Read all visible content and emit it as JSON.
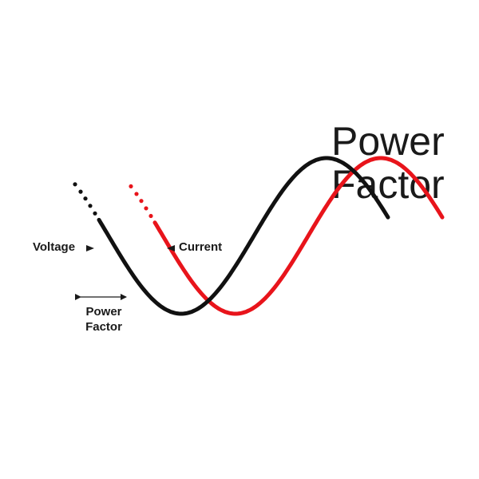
{
  "title": {
    "line1": "Power",
    "line2": "Factor"
  },
  "labels": {
    "voltage": "Voltage",
    "current": "Current",
    "phase_line1": "Power",
    "phase_line2": "Factor"
  },
  "colors": {
    "voltage": "#111111",
    "current": "#e8141b",
    "text": "#1a1a1a",
    "background": "#ffffff"
  }
}
